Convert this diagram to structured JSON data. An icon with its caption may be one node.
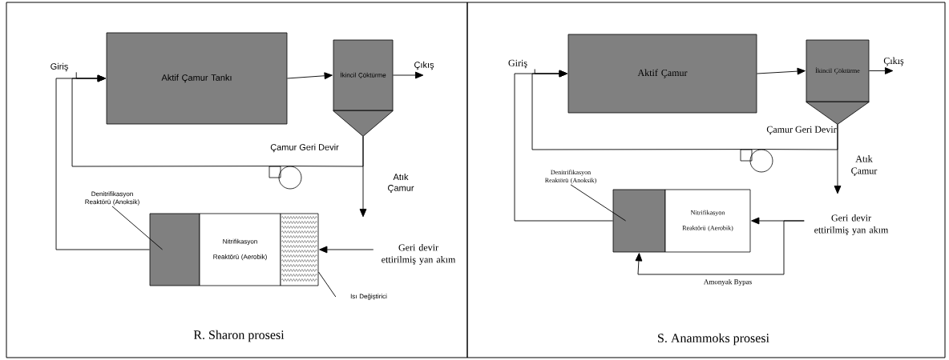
{
  "diagram": {
    "nodes": [
      {
        "text": [
          "Giriş"
        ]
      },
      {
        "text": [
          "Aktif Çamur Tankı"
        ]
      },
      {
        "text": [
          "İkincil Çöktürme"
        ]
      },
      {
        "text": [
          "Çıkış"
        ]
      },
      {
        "text": [],
        "shape": "circle"
      },
      {
        "text": [
          "Atık Çamur"
        ]
      },
      {
        "text": [
          "Denitrifikasyon Reaktörü (Anoksik)"
        ]
      },
      {
        "text": [],
        "shape": "box"
      },
      {
        "text": [
          "Nitrifikasyon Reaktörü (Aerobik)"
        ]
      },
      {
        "text": [],
        "shape": "box"
      },
      {
        "text": [
          "Isı Değiştirici"
        ]
      },
      {
        "text": [
          "Geri devir ettirilmiş yan akım"
        ]
      },
      {
        "text": [
          "Giriş"
        ]
      },
      {
        "text": [
          "Aktif Çamur"
        ]
      },
      {
        "text": [
          "İkincil Çöktürme"
        ]
      },
      {
        "text": [
          "Çıkış"
        ]
      },
      {
        "text": [],
        "shape": "circle"
      },
      {
        "text": [
          "Atık Çamur"
        ]
      },
      {
        "text": [
          "Denitrifikasyon Reaktörü (Anoksik)"
        ]
      },
      {
        "text": [],
        "shape": "box"
      },
      {
        "text": [
          "Nitrifikasyon Reaktörü (Aerobik)"
        ]
      },
      {
        "text": [
          "Geri devir ettirilmiş yan akım"
        ]
      }
    ],
    "edges": [
      {
        "from": 0,
        "to": 1,
        "arrow": "to"
      },
      {
        "from": 1,
        "to": 2,
        "arrow": "to"
      },
      {
        "from": 2,
        "to": 3,
        "arrow": "to"
      },
      {
        "from": 2,
        "to": 4,
        "arrow": "none"
      },
      {
        "from": 4,
        "to": 1,
        "arrow": "to"
      },
      {
        "from": 2,
        "to": 5,
        "arrow": "to"
      },
      {
        "from": 6,
        "to": 7,
        "arrow": "none"
      },
      {
        "from": 7,
        "to": 1,
        "arrow": "to"
      },
      {
        "from": 11,
        "to": 9,
        "arrow": "to"
      },
      {
        "from": 10,
        "to": 9,
        "arrow": "none"
      },
      {
        "from": 12,
        "to": 13,
        "arrow": "to"
      },
      {
        "from": 13,
        "to": 14,
        "arrow": "to"
      },
      {
        "from": 14,
        "to": 15,
        "arrow": "to"
      },
      {
        "from": 14,
        "to": 16,
        "arrow": "none"
      },
      {
        "from": 16,
        "to": 13,
        "arrow": "to"
      },
      {
        "from": 14,
        "to": 17,
        "arrow": "to"
      },
      {
        "from": 18,
        "to": 19,
        "arrow": "none"
      },
      {
        "from": 19,
        "to": 13,
        "arrow": "to"
      },
      {
        "from": 21,
        "to": 20,
        "arrow": "to"
      },
      {
        "from": 21,
        "to": 19,
        "arrow": "to",
        "label": "Amonyak Bypas"
      }
    ],
    "labels": [
      "Çamur Geri Devir",
      "Çamur Geri Devir",
      "R. Sharon prosesi",
      "S. Anammoks prosesi"
    ]
  }
}
